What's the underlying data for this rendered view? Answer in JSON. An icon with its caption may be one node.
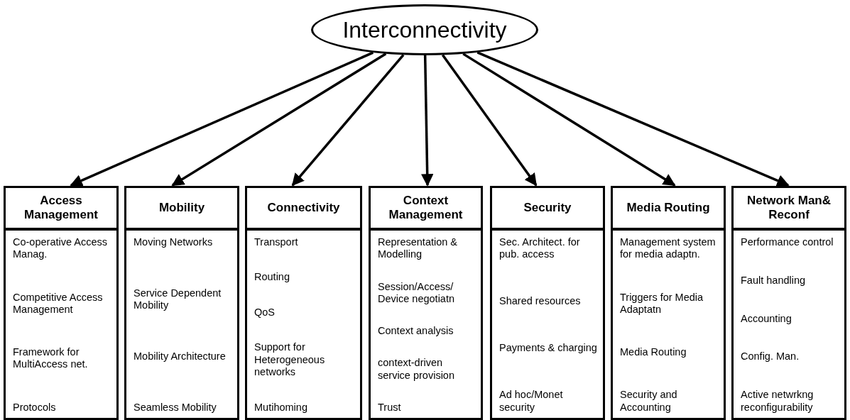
{
  "diagram": {
    "nodes": [
      {
        "text": [
          "Interconnectivity"
        ]
      },
      {
        "text": [
          "Access Management",
          "Co-operative Access Manag.",
          "Competitive Access Management",
          "Framework for MultiAccess net.",
          "Protocols"
        ]
      },
      {
        "text": [
          "Mobility",
          "Moving Networks",
          "Service Dependent Mobility",
          "Mobility Architecture",
          "Seamless Mobility"
        ]
      },
      {
        "text": [
          "Connectivity",
          "Transport",
          "Routing",
          "QoS",
          "Support for Heterogeneous networks",
          "Mutihoming"
        ]
      },
      {
        "text": [
          "Context Management",
          "Representation & Modelling",
          "Session/Access/ Device negotiatn",
          "Context analysis",
          "context-driven service provision",
          "Trust"
        ]
      },
      {
        "text": [
          "Security",
          "Sec. Architect. for pub. access",
          "Shared resources",
          "Payments & charging",
          "Ad hoc/Monet security"
        ]
      },
      {
        "text": [
          "Media Routing",
          "Management system for media adaptn.",
          "Triggers for Media Adaptatn",
          "Media Routing",
          "Security and Accounting"
        ]
      },
      {
        "text": [
          "Network Man& Reconf",
          "Performance control",
          "Fault handling",
          "Accounting",
          "Config. Man.",
          "Active netwrkng reconfigurability"
        ]
      }
    ],
    "edges": [
      {
        "from": 0,
        "to": 1,
        "arrow": "to"
      },
      {
        "from": 0,
        "to": 2,
        "arrow": "to"
      },
      {
        "from": 0,
        "to": 3,
        "arrow": "to"
      },
      {
        "from": 0,
        "to": 4,
        "arrow": "to"
      },
      {
        "from": 0,
        "to": 5,
        "arrow": "to"
      },
      {
        "from": 0,
        "to": 6,
        "arrow": "to"
      },
      {
        "from": 0,
        "to": 7,
        "arrow": "to"
      }
    ]
  }
}
